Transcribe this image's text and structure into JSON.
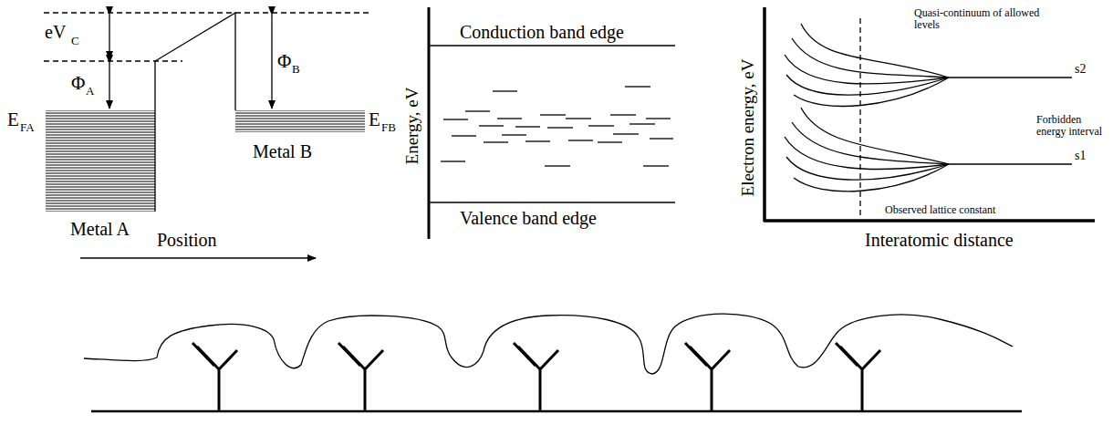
{
  "diagram": {
    "labels": [
      "eV",
      "C",
      "Φ",
      "A",
      "Φ",
      "B",
      "E",
      "FA",
      "E",
      "FB",
      "Metal A",
      "Metal B",
      "Position",
      "Energy, eV",
      "Conduction band edge",
      "Valence band edge",
      "Quasi-continuum of allowed levels",
      "s2",
      "Forbidden energy interval",
      "s1",
      "Electron energy, eV",
      "Observed lattice constant",
      "Interatomic distance"
    ]
  }
}
